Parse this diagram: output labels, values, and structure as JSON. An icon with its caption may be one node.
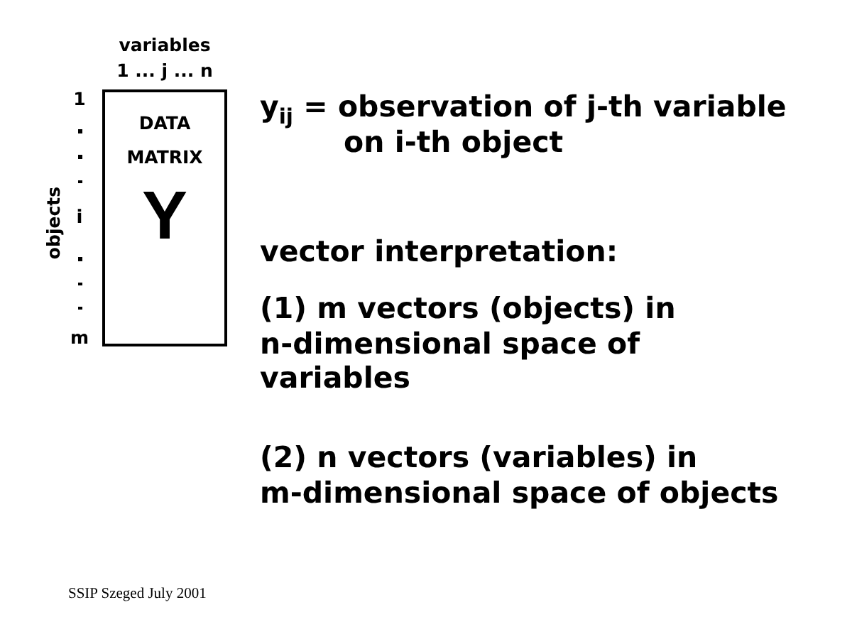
{
  "diagram": {
    "nodes": [
      {
        "text": [
          "DATA MATRIX",
          "Y"
        ]
      }
    ],
    "labels": [
      "variables",
      "1 ... j ... n",
      "1",
      "objects",
      "i",
      "m",
      "y$_{ij}$ = observation of j-th variable on i-th object",
      "vector interpretation:",
      "(1) m vectors (objects) in n-dimensional space of variables",
      "(2) n vectors (variables) in m-dimensional space of objects",
      "SSIP Szeged July 2001"
    ]
  }
}
